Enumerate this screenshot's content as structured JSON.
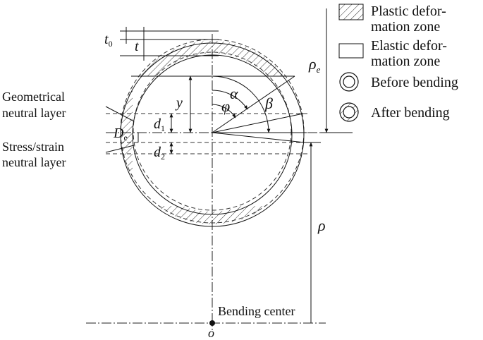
{
  "legend": {
    "plastic_label_line1": "Plastic defor-",
    "plastic_label_line2": "mation zone",
    "elastic_label_line1": "Elastic defor-",
    "elastic_label_line2": "mation zone",
    "before_label": "Before bending",
    "after_label": "After bending"
  },
  "labels": {
    "geometrical_line1": "Geometrical",
    "geometrical_line2": "neutral layer",
    "stress_line1": "Stress/strain",
    "stress_line2": "neutral layer",
    "bending_center": "Bending center",
    "origin": "o"
  },
  "symbols": {
    "t0_main": "t",
    "t0_sub": "0",
    "t": "t",
    "rho_e_main": "ρ",
    "rho_e_sub": "e",
    "rho": "ρ",
    "y": "y",
    "alpha": "α",
    "phi": "φ",
    "beta": "β",
    "d1_main": "d",
    "d1_sub": "1",
    "d2_main": "d",
    "d2_sub": "2",
    "de_main": "D",
    "de_sub": "e"
  }
}
